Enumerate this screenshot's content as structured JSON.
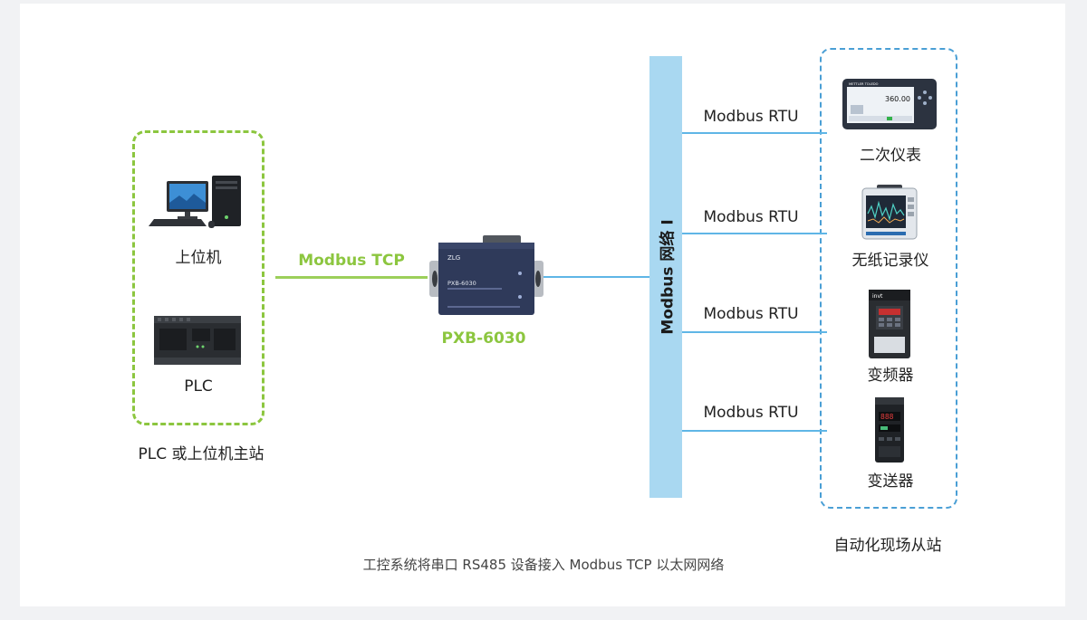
{
  "master_group": {
    "label": "PLC 或上位机主站",
    "devices": [
      {
        "label": "上位机",
        "icon": "desktop-computer-icon"
      },
      {
        "label": "PLC",
        "icon": "plc-module-icon"
      }
    ]
  },
  "gateway": {
    "name": "PXB-6030",
    "link_label": "Modbus TCP",
    "brand": "ZLG",
    "model_on_device": "PXB-6030"
  },
  "bus": {
    "label": "Modbus 网络 I"
  },
  "slave_group": {
    "label": "自动化现场从站",
    "devices": [
      {
        "label": "二次仪表",
        "link_label": "Modbus RTU",
        "icon": "secondary-meter-icon",
        "display_value": "360.00",
        "brand": "METTLER TOLEDO"
      },
      {
        "label": "无纸记录仪",
        "link_label": "Modbus RTU",
        "icon": "paperless-recorder-icon"
      },
      {
        "label": "变频器",
        "link_label": "Modbus RTU",
        "icon": "inverter-icon",
        "brand": "invt"
      },
      {
        "label": "变送器",
        "link_label": "Modbus RTU",
        "icon": "transmitter-icon",
        "display_value": "888"
      }
    ]
  },
  "caption": "工控系统将串口 RS485 设备接入 Modbus TCP 以太网网络",
  "colors": {
    "master_border": "#8cc63f",
    "slave_border": "#4a9fd5",
    "bus_fill": "#a9d8f1",
    "tcp_link": "#9ccf5a",
    "rtu_link": "#5fb6e6",
    "accent_text": "#8cc63f"
  }
}
